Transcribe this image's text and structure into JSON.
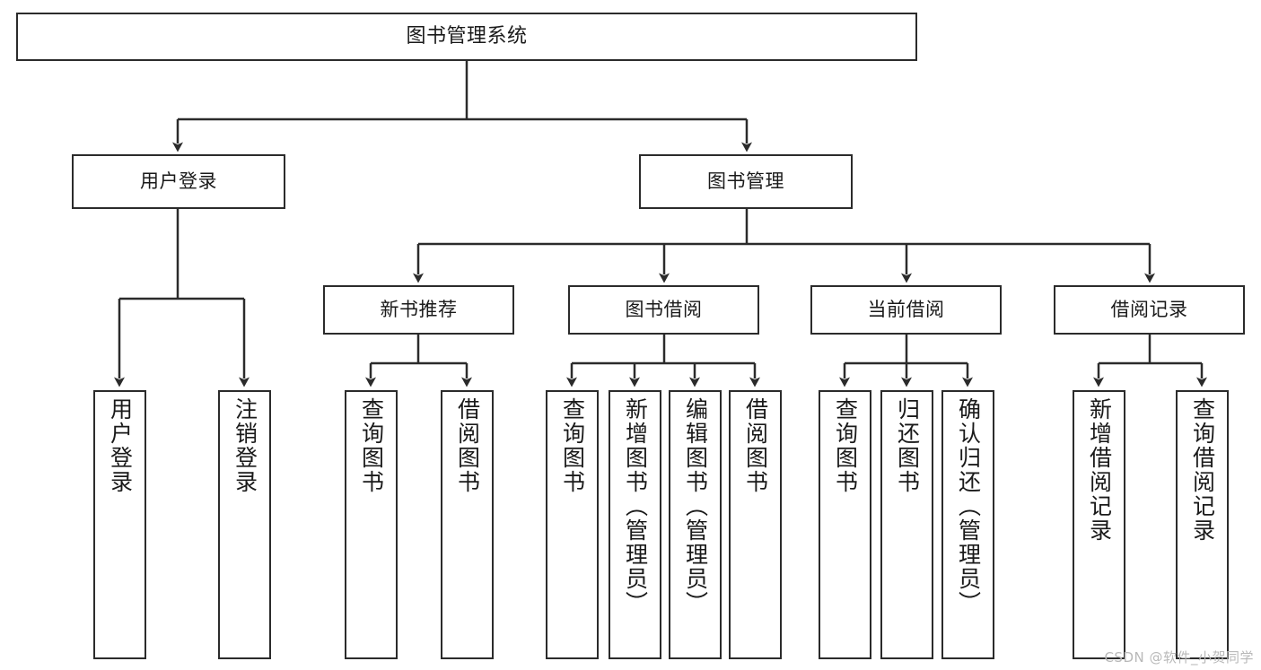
{
  "diagram": {
    "title": "图书管理系统",
    "type": "tree-hierarchy-chart",
    "watermark": "CSDN @软件_小贺同学",
    "colors": {
      "background": "#ffffff",
      "box_border": "#2b2b2b",
      "box_fill": "#ffffff",
      "text": "#1a1a1a",
      "connector": "#2b2b2b",
      "watermark": "#b9b9b9"
    },
    "levels": {
      "root": {
        "label": "图书管理系统"
      },
      "level2": [
        {
          "label": "用户登录"
        },
        {
          "label": "图书管理"
        }
      ],
      "level3": [
        {
          "label": "新书推荐"
        },
        {
          "label": "图书借阅"
        },
        {
          "label": "当前借阅"
        },
        {
          "label": "借阅记录"
        }
      ],
      "leaves": {
        "user_login": [
          {
            "label": "用户登录"
          },
          {
            "label": "注销登录"
          }
        ],
        "new_book_recommend": [
          {
            "label": "查询图书"
          },
          {
            "label": "借阅图书"
          }
        ],
        "book_borrow": [
          {
            "label": "查询图书"
          },
          {
            "label": "新增图书（管理员）"
          },
          {
            "label": "编辑图书（管理员）"
          },
          {
            "label": "借阅图书"
          }
        ],
        "current_borrow": [
          {
            "label": "查询图书"
          },
          {
            "label": "归还图书"
          },
          {
            "label": "确认归还（管理员）"
          }
        ],
        "borrow_record": [
          {
            "label": "新增借阅记录"
          },
          {
            "label": "查询借阅记录"
          }
        ]
      }
    }
  }
}
